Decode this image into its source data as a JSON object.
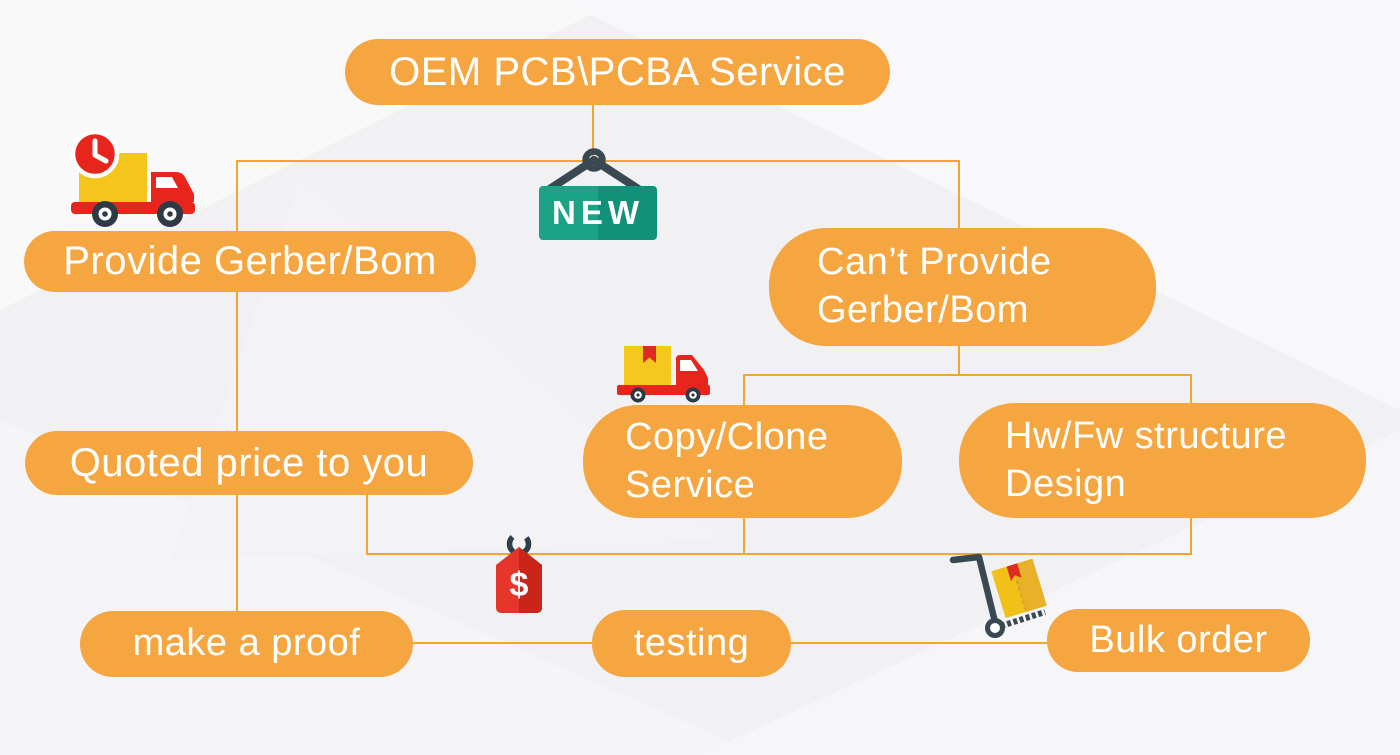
{
  "diagram": {
    "title_node": {
      "label": "OEM PCB\\PCBA Service"
    },
    "nodes": {
      "provide_gerber": {
        "label": "Provide Gerber/Bom"
      },
      "cant_provide": {
        "label": "Can’t Provide\nGerber/Bom"
      },
      "copy_clone": {
        "label": "Copy/Clone\nService"
      },
      "hw_fw": {
        "label": "Hw/Fw structure\nDesign"
      },
      "quoted_price": {
        "label": "Quoted price to you"
      },
      "make_proof": {
        "label": "make a proof"
      },
      "testing": {
        "label": "testing"
      },
      "bulk_order": {
        "label": "Bulk order"
      }
    },
    "sign": {
      "text": "NEW"
    },
    "price_tag": {
      "symbol": "$"
    },
    "icons": [
      "delivery-truck-clock-icon",
      "new-sign-icon",
      "box-truck-icon",
      "price-tag-icon",
      "hand-truck-icon"
    ],
    "colors": {
      "pill_orange": "#f5a640",
      "connector_orange": "#f5a42f",
      "text_white": "#ffffff",
      "sign_teal": "#1ba287",
      "sign_teal_dark": "#11907a",
      "rope_slate": "#3a4852",
      "icon_red": "#e8251d",
      "tag_red": "#e6352b",
      "tag_red_dark": "#cb2418",
      "box_yellow": "#f4c81e",
      "wheel_dark": "#2e3a45"
    }
  }
}
